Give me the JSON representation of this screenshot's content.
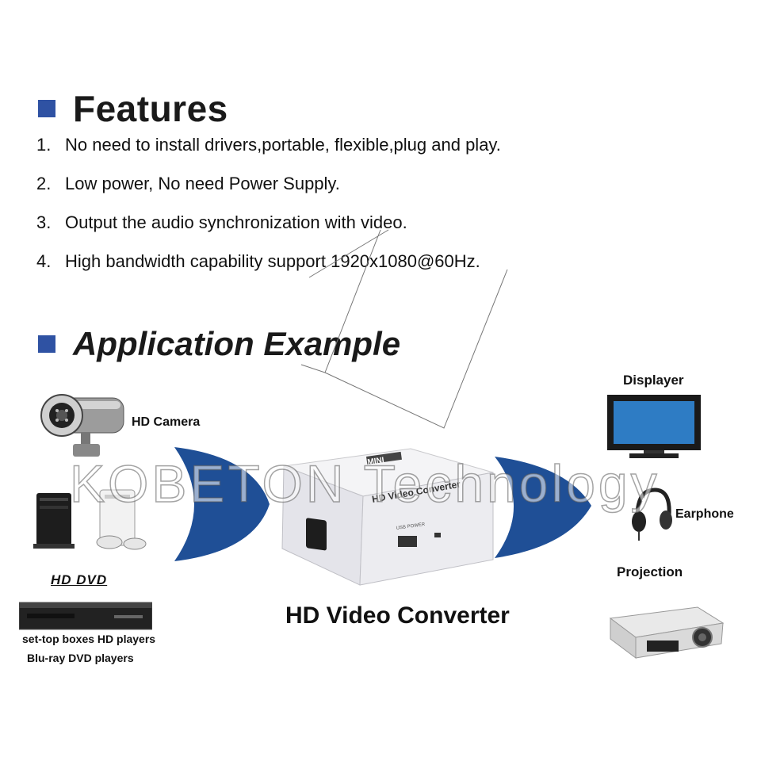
{
  "colors": {
    "bullet": "#2f52a3",
    "arrow": "#1f4f96",
    "text": "#111111"
  },
  "features": {
    "heading": "Features",
    "items": [
      {
        "num": "1.",
        "text": "No need to install drivers,portable, flexible,plug and play."
      },
      {
        "num": "2.",
        "text": "Low power,  No need Power Supply."
      },
      {
        "num": "3.",
        "text": "Output the audio synchronization with video."
      },
      {
        "num": "4.",
        "text": "High bandwidth capability support 1920x1080@60Hz."
      }
    ]
  },
  "application": {
    "heading": "Application Example",
    "sources": {
      "hd_camera": "HD Camera",
      "hd_dvd_logo": "HD DVD",
      "set_top": "set-top boxes HD players",
      "bluray": "Blu-ray DVD players"
    },
    "converter": {
      "title": "HD Video Converter",
      "brand": "MINI",
      "label": "HD Video Converter",
      "usb_label": "USB POWER"
    },
    "outputs": {
      "displayer": "Displayer",
      "earphone": "Earphone",
      "projection": "Projection"
    }
  },
  "watermark": "KOBETON Technology"
}
